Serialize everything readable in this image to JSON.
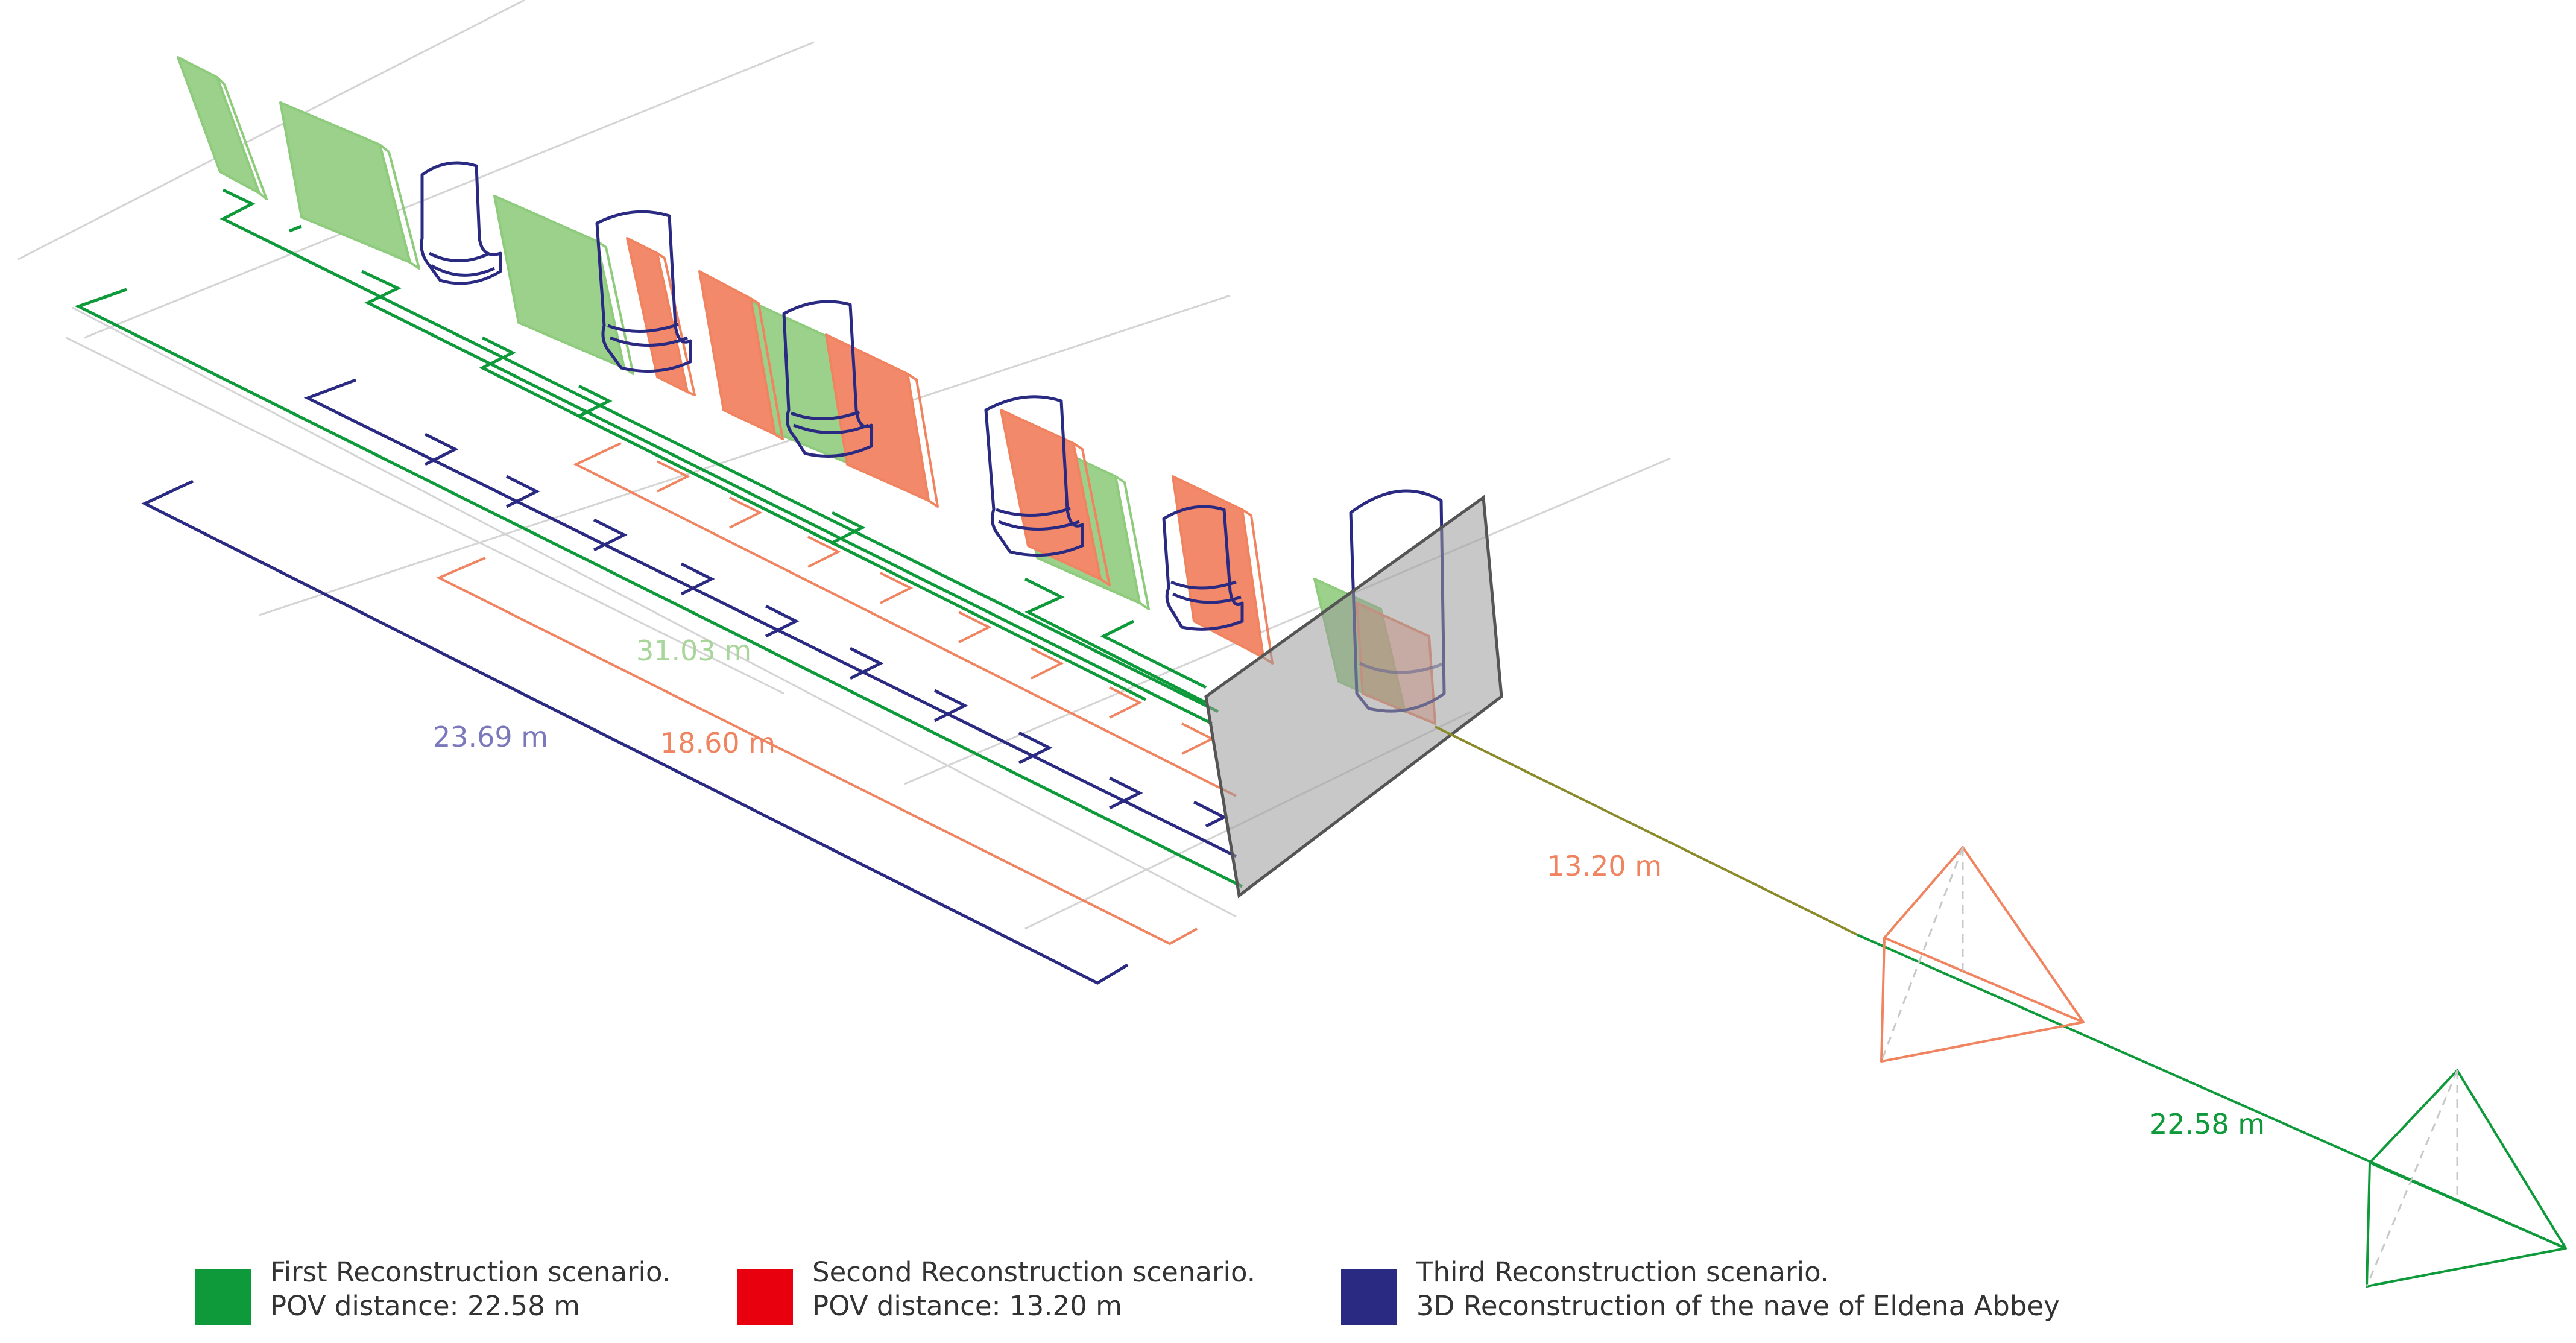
{
  "colors": {
    "green": "#0e9a3a",
    "green_fill": "#9bd18a",
    "red": "#e8000f",
    "orange": "#f08460",
    "orange_fill": "#f2896a",
    "blue": "#2a2a82",
    "olive": "#8a8a2a",
    "light_green_text": "#a8d69a",
    "light_blue_text": "#7b78bc",
    "plane_fill": "#9a9a9a"
  },
  "measurements": {
    "total_green": "31.03 m",
    "total_blue": "23.69 m",
    "total_orange": "18.60 m",
    "pov_second": "13.20 m",
    "pov_first": "22.58 m"
  },
  "legend": [
    {
      "title": "First Reconstruction scenario.",
      "detail": "POV distance: 22.58 m",
      "color": "#0e9a3a"
    },
    {
      "title": "Second Reconstruction scenario.",
      "detail": "POV distance: 13.20 m",
      "color": "#e8000f"
    },
    {
      "title": "Third Reconstruction scenario.",
      "detail": "3D Reconstruction of the nave of Eldena Abbey",
      "color": "#2a2a82"
    }
  ]
}
